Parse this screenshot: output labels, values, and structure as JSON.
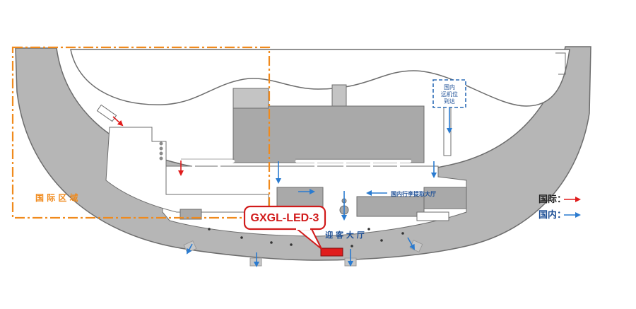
{
  "map": {
    "zone_international_label": "国 际 区 域",
    "arrivals_hall_label": "迎 客 大 厅",
    "domestic_baggage_claim_label": "国内行李提取大厅",
    "domestic_remote_stand_label": [
      "国内",
      "远机位",
      "到达"
    ],
    "device_callout": "GXGL-LED-3"
  },
  "legend": {
    "international": "国际：",
    "domestic": "国内："
  },
  "colors": {
    "terminal_fill": "#b6b6b6",
    "outline": "#6d6d6d",
    "zone_dash": "#f08a1c",
    "international_arrow": "#e01c1c",
    "domestic_arrow": "#2a7bd0",
    "device_marker": "#e01c1c",
    "callout_text": "#d11b1b",
    "stand_box": "#2b6bb5"
  }
}
